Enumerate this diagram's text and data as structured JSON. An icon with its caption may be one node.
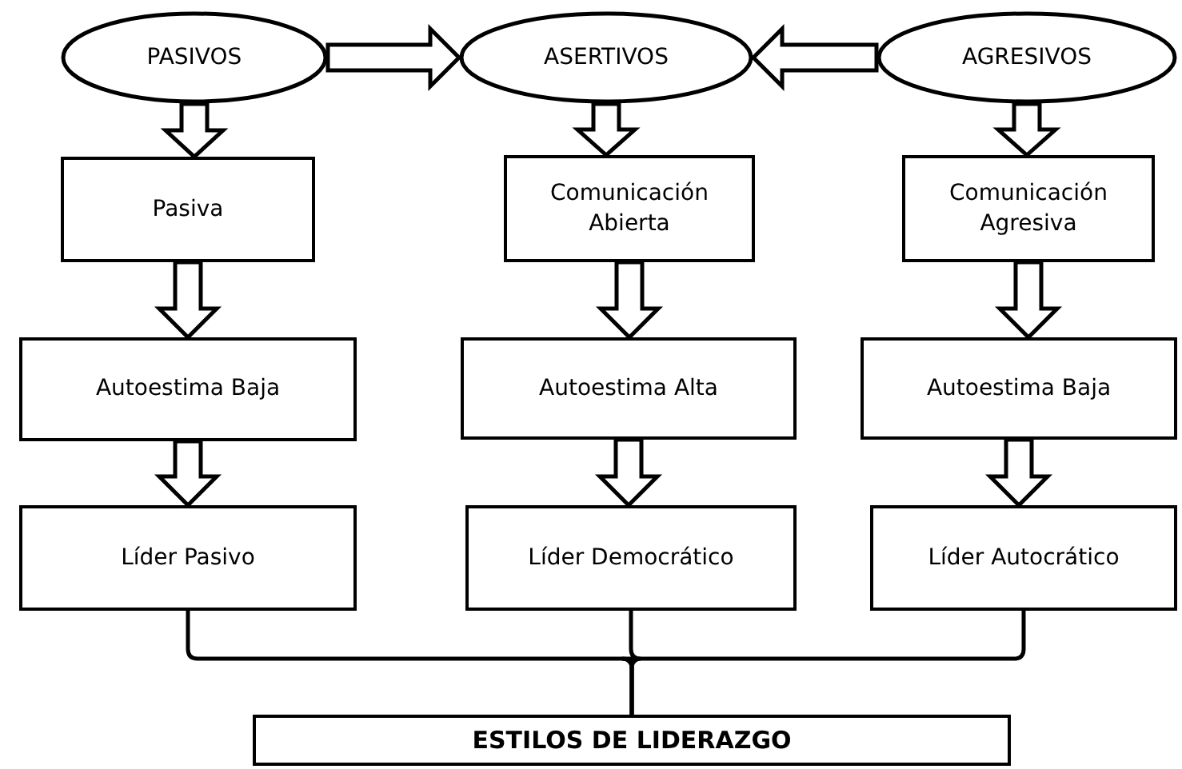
{
  "diagram": {
    "nodes": [
      {
        "text": [
          "PASIVOS"
        ]
      },
      {
        "text": [
          "ASERTIVOS"
        ]
      },
      {
        "text": [
          "AGRESIVOS"
        ]
      },
      {
        "text": [
          "Pasiva"
        ]
      },
      {
        "text": [
          "Comunicación Abierta"
        ]
      },
      {
        "text": [
          "Comunicación Agresiva"
        ]
      },
      {
        "text": [
          "Autoestima Baja"
        ]
      },
      {
        "text": [
          "Autoestima Alta"
        ]
      },
      {
        "text": [
          "Autoestima Baja"
        ]
      },
      {
        "text": [
          "Líder Pasivo"
        ]
      },
      {
        "text": [
          "Líder Democrático"
        ]
      },
      {
        "text": [
          "Líder Autocrático"
        ]
      },
      {
        "text": [
          "ESTILOS DE LIDERAZGO"
        ]
      }
    ],
    "edges": [
      {
        "from": 0,
        "to": 1,
        "arrow": "to"
      },
      {
        "from": 2,
        "to": 1,
        "arrow": "to"
      },
      {
        "from": 0,
        "to": 3,
        "arrow": "to"
      },
      {
        "from": 1,
        "to": 4,
        "arrow": "to"
      },
      {
        "from": 2,
        "to": 5,
        "arrow": "to"
      },
      {
        "from": 3,
        "to": 6,
        "arrow": "to"
      },
      {
        "from": 4,
        "to": 7,
        "arrow": "to"
      },
      {
        "from": 5,
        "to": 8,
        "arrow": "to"
      },
      {
        "from": 6,
        "to": 9,
        "arrow": "to"
      },
      {
        "from": 7,
        "to": 10,
        "arrow": "to"
      },
      {
        "from": 8,
        "to": 11,
        "arrow": "to"
      },
      {
        "from": 9,
        "to": 12,
        "arrow": "none"
      },
      {
        "from": 10,
        "to": 12,
        "arrow": "none"
      },
      {
        "from": 11,
        "to": 12,
        "arrow": "none"
      }
    ]
  }
}
